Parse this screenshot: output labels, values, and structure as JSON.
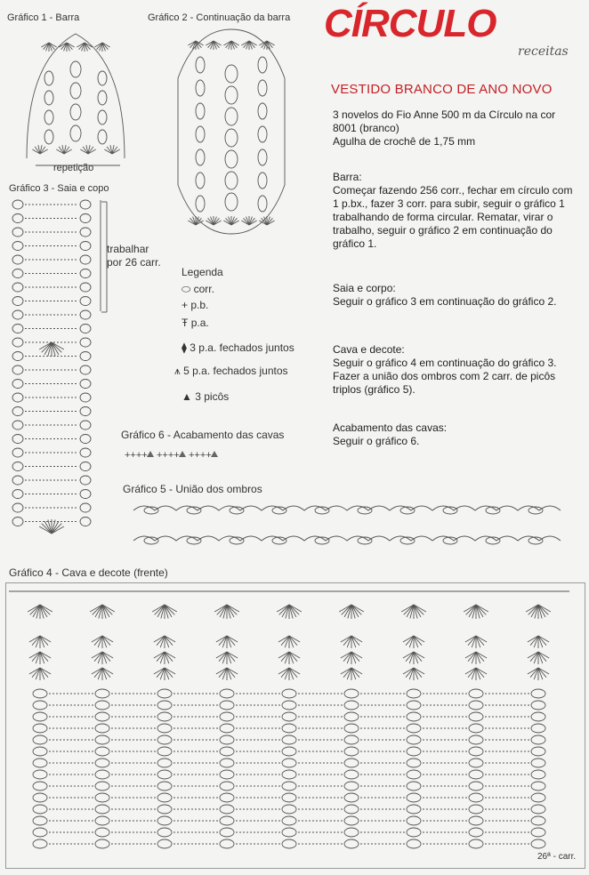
{
  "brand": {
    "logo": "CÍRCULO",
    "sub": "receitas",
    "color": "#d8262c"
  },
  "title": "VESTIDO BRANCO DE ANO NOVO",
  "materials": [
    "3 novelos do Fio Anne 500 m da Círculo na cor 8001 (branco)",
    "Agulha de crochê de 1,75 mm"
  ],
  "sections": [
    {
      "heading": "Barra:",
      "body": "Começar fazendo 256 corr., fechar em círculo com 1 p.bx., fazer 3 corr. para subir, seguir o gráfico 1 trabalhando de forma circular. Rematar, virar o trabalho, seguir o gráfico 2 em continuação do gráfico 1."
    },
    {
      "heading": "Saia e corpo:",
      "body": "Seguir o gráfico 3 em continuação do gráfico 2."
    },
    {
      "heading": "Cava e decote:",
      "body": "Seguir o gráfico 4 em continuação do gráfico 3. Fazer a união dos ombros com 2 carr. de picôs triplos (gráfico 5)."
    },
    {
      "heading": "Acabamento das cavas:",
      "body": "Seguir o gráfico 6."
    }
  ],
  "charts": {
    "g1": "Gráfico 1 - Barra",
    "g1_repeat": "repetição",
    "g2": "Gráfico 2 - Continuação da barra",
    "g3": "Gráfico 3 - Saia e copo",
    "g3_note1": "trabalhar",
    "g3_note2": "por 26 carr.",
    "g4": "Gráfico 4 - Cava e decote (frente)",
    "g4_row": "26ª - carr.",
    "g5": "Gráfico 5 - União dos ombros",
    "g6": "Gráfico 6 - Acabamento das cavas"
  },
  "legend": {
    "title": "Legenda",
    "items": [
      {
        "symbol": "chain-icon",
        "label": "corr."
      },
      {
        "symbol": "single-crochet-icon",
        "label": "p.b."
      },
      {
        "symbol": "double-crochet-icon",
        "label": "p.a."
      },
      {
        "symbol": "dc3-together-icon",
        "label": "3 p.a. fechados juntos"
      },
      {
        "symbol": "dc5-together-icon",
        "label": "5 p.a. fechados juntos"
      },
      {
        "symbol": "picot3-icon",
        "label": "3 picôs"
      }
    ]
  }
}
